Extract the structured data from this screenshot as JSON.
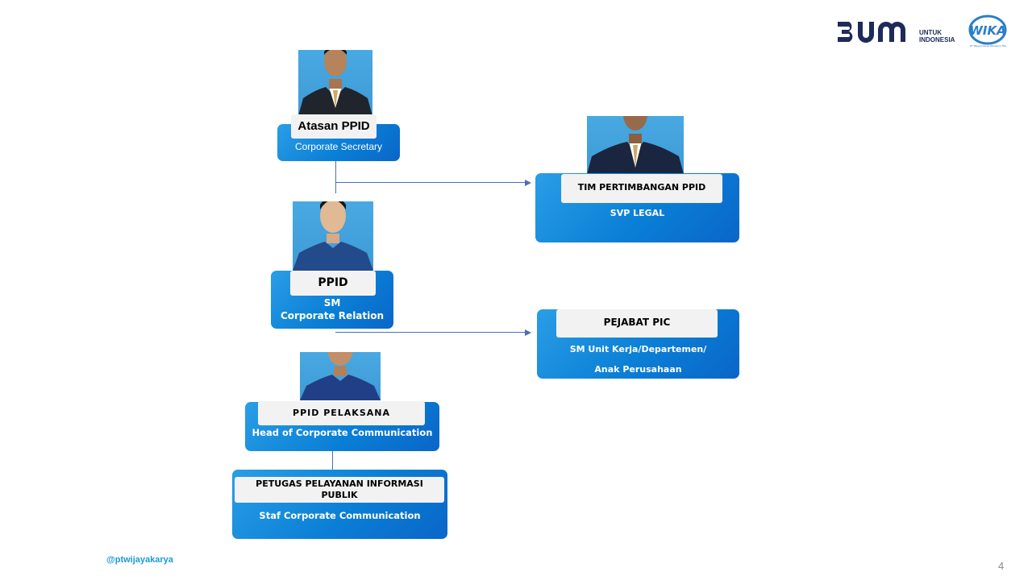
{
  "logos": {
    "bumn_wordmark": "BUMN",
    "bumn_tagline_1": "UNTUK",
    "bumn_tagline_2": "INDONESIA",
    "wika_wordmark": "WIKA",
    "wika_caption": "PT Wijaya Karya (Persero) Tbk."
  },
  "nodes": {
    "atasan": {
      "title": "Atasan PPID",
      "subtitle": "Corporate Secretary"
    },
    "tim": {
      "title": "TIM PERTIMBANGAN PPID",
      "subtitle": "SVP LEGAL"
    },
    "ppid": {
      "title": "PPID",
      "subtitle_1": "SM",
      "subtitle_2": "Corporate Relation"
    },
    "pejabat": {
      "title": "PEJABAT PIC",
      "subtitle_1": "SM Unit Kerja/Departemen/",
      "subtitle_2": "Anak Perusahaan"
    },
    "pelaksana": {
      "title": "PPID PELAKSANA",
      "subtitle": "Head of Corporate Communication"
    },
    "petugas": {
      "title_1": "PETUGAS PELAYANAN INFORMASI",
      "title_2": "PUBLIK",
      "subtitle": "Staf Corporate Communication"
    }
  },
  "footer": {
    "handle": "@ptwijayakarya",
    "page_number": "4"
  },
  "colors": {
    "box_blue": "#0a7fd6",
    "connector": "#4a6fb5",
    "photo_bg": "#49a9e2",
    "handle": "#1a9ad8"
  }
}
